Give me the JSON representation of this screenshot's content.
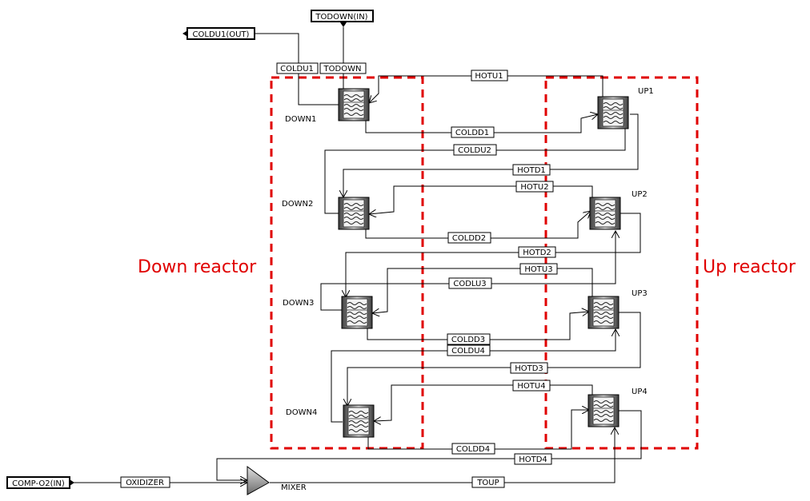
{
  "regions": {
    "down_label": "Down reactor",
    "up_label": "Up reactor",
    "accent_color": "#e00000"
  },
  "ports": {
    "todown_in": "TODOWN(IN)",
    "coldu1_out": "COLDU1(OUT)",
    "comp_o2_in": "COMP-O2(IN)"
  },
  "blocks": {
    "down1": "DOWN1",
    "down2": "DOWN2",
    "down3": "DOWN3",
    "down4": "DOWN4",
    "up1": "UP1",
    "up2": "UP2",
    "up3": "UP3",
    "up4": "UP4",
    "mixer": "MIXER"
  },
  "streams": {
    "todown": "TODOWN",
    "coldu1": "COLDU1",
    "hotu1": "HOTU1",
    "coldd1": "COLDD1",
    "coldu2": "COLDU2",
    "hotd1": "HOTD1",
    "hotu2": "HOTU2",
    "coldd2": "COLDD2",
    "hotd2": "HOTD2",
    "hotu3": "HOTU3",
    "codlu3": "CODLU3",
    "coldd3": "COLDD3",
    "coldu4": "COLDU4",
    "hotd3": "HOTD3",
    "hotu4": "HOTU4",
    "coldd4": "COLDD4",
    "hotd4": "HOTD4",
    "oxidizer": "OXIDIZER",
    "toup": "TOUP"
  }
}
